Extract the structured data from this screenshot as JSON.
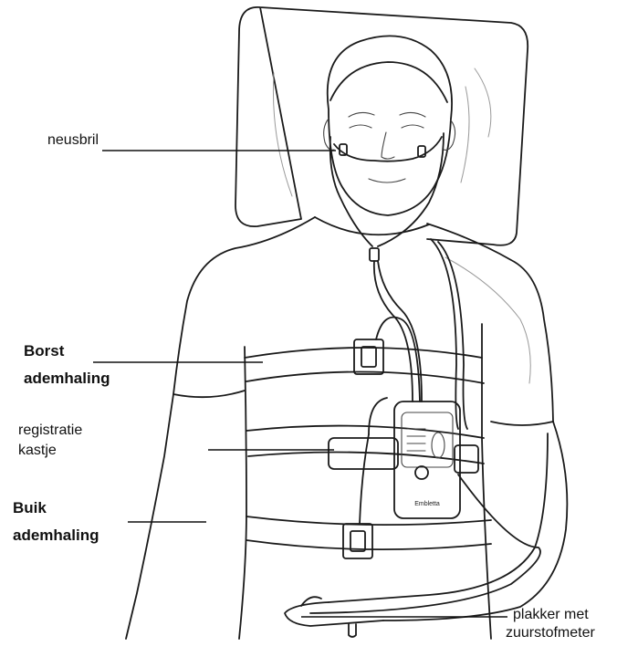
{
  "labels": {
    "nose": "neusbril",
    "chest_line1": "Borst",
    "chest_line2": "ademhaling",
    "box_line1": "registratie",
    "box_line2": "kastje",
    "belly_line1": "Buik",
    "belly_line2": "ademhaling",
    "patch_line1": "plakker met",
    "patch_line2": "zuurstofmeter"
  },
  "device": {
    "brand": "Embletta"
  }
}
